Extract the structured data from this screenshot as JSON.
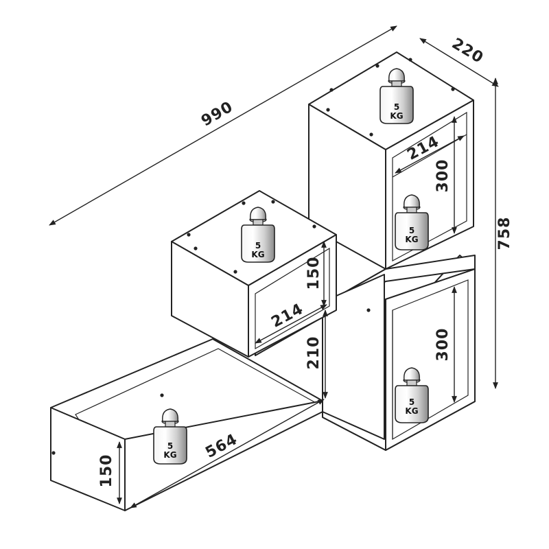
{
  "diagram": {
    "overall_width": "990",
    "depth": "220",
    "overall_height": "758",
    "top_cube_inner_width": "214",
    "top_cube_inner_height": "300",
    "small_box_height": "150",
    "small_box_inner_width": "214",
    "middle_gap_height": "210",
    "lower_cube_inner_height": "300",
    "long_shelf_length": "564",
    "long_shelf_height": "150"
  },
  "weights": [
    {
      "line1": "5",
      "line2": "KG"
    },
    {
      "line1": "5",
      "line2": "KG"
    },
    {
      "line1": "5",
      "line2": "KG"
    },
    {
      "line1": "5",
      "line2": "KG"
    },
    {
      "line1": "5",
      "line2": "KG"
    }
  ]
}
